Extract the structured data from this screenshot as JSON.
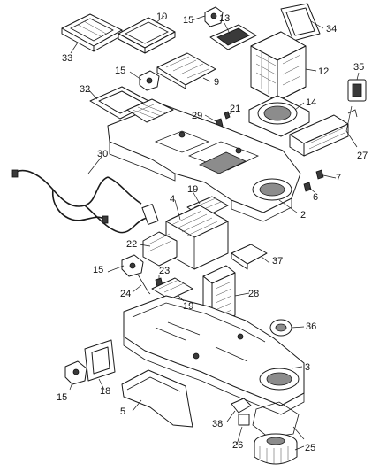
{
  "callouts": [
    "15",
    "10",
    "13",
    "34",
    "33",
    "15",
    "12",
    "35",
    "9",
    "32",
    "14",
    "21",
    "29",
    "27",
    "30",
    "7",
    "6",
    "19",
    "4",
    "2",
    "22",
    "37",
    "15",
    "23",
    "24",
    "28",
    "19",
    "36",
    "3",
    "15",
    "18",
    "5",
    "38",
    "26",
    "25"
  ]
}
